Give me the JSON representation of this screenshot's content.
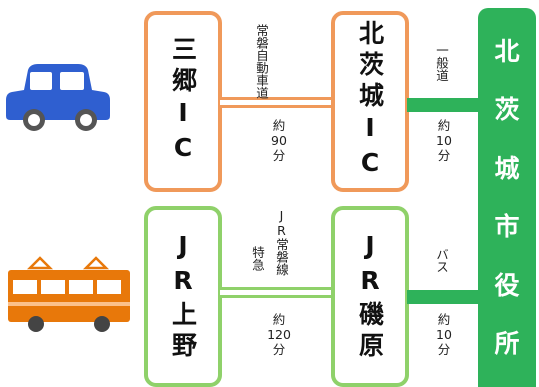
{
  "car_row": {
    "origin": "三郷IC",
    "route1": {
      "name": "常磐自動車道",
      "time_label": "約",
      "time_value": "90",
      "time_unit": "分"
    },
    "midpoint": "北茨城IC",
    "route2": {
      "name": "一般道",
      "time_label": "約",
      "time_value": "10",
      "time_unit": "分"
    }
  },
  "train_row": {
    "origin": "JR上野",
    "route1": {
      "name_a": "特急",
      "name_b": "JR常磐線",
      "time_label": "約",
      "time_value": "120",
      "time_unit": "分"
    },
    "midpoint": "JR磯原",
    "route2": {
      "name": "バス",
      "time_label": "約",
      "time_value": "10",
      "time_unit": "分"
    }
  },
  "destination": [
    "北",
    "茨",
    "城",
    "市",
    "役",
    "所"
  ],
  "colors": {
    "car_route": "#f0995a",
    "train_route": "#8fd16a",
    "destination": "#2eb25a",
    "car_icon": "#2f5fd0",
    "train_icon": "#e8780a"
  },
  "icons": [
    "car-icon",
    "train-icon"
  ]
}
